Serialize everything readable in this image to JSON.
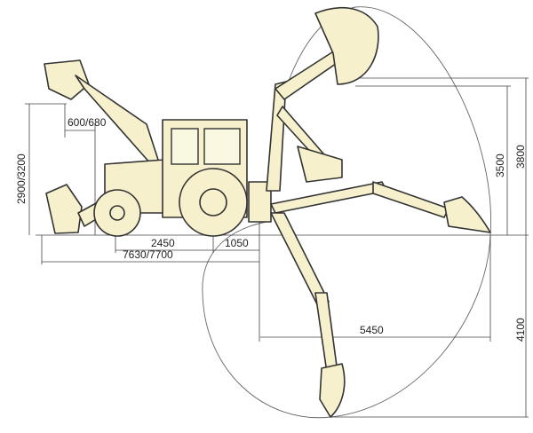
{
  "diagram": {
    "subject": "backhoe-loader",
    "fill_color": "#f6f1cc",
    "dimensions": {
      "loader_reach": "600/680",
      "loader_height": "2900/3200",
      "wheelbase": "2450",
      "rear_overhang": "1050",
      "overall_length": "7630/7700",
      "backhoe_reach": "5450",
      "loading_height": "3500",
      "max_height": "3800",
      "digging_depth": "4100"
    }
  }
}
